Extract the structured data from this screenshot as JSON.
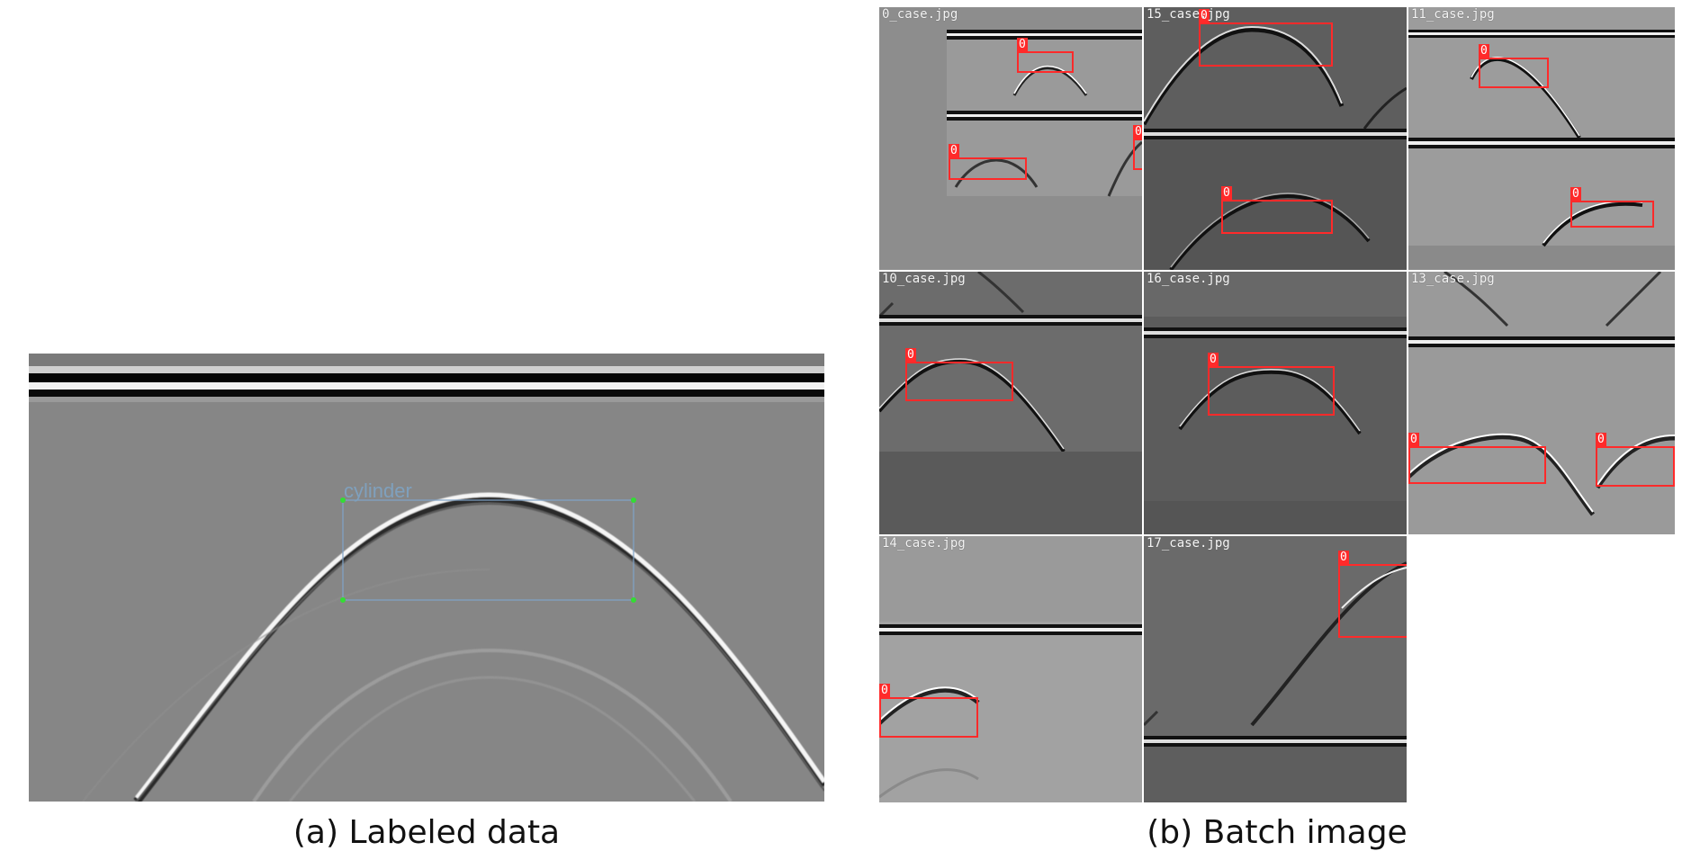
{
  "panel_a": {
    "caption": "(a) Labeled data",
    "annotation_label": "cylinder"
  },
  "panel_b": {
    "caption": "(b) Batch image",
    "tiles": [
      {
        "name": "0_case.jpg",
        "box_label": "0"
      },
      {
        "name": "15_case.jpg",
        "box_label": "0"
      },
      {
        "name": "11_case.jpg",
        "box_label": "0"
      },
      {
        "name": "10_case.jpg",
        "box_label": "0"
      },
      {
        "name": "16_case.jpg",
        "box_label": "0"
      },
      {
        "name": "13_case.jpg",
        "box_label": "0"
      },
      {
        "name": "14_case.jpg",
        "box_label": "0"
      },
      {
        "name": "17_case.jpg",
        "box_label": "0"
      }
    ]
  },
  "colors": {
    "annotation_box": "#7fa3c8",
    "annotation_handle": "#33dd33",
    "detection_box": "#ff2a2a"
  }
}
